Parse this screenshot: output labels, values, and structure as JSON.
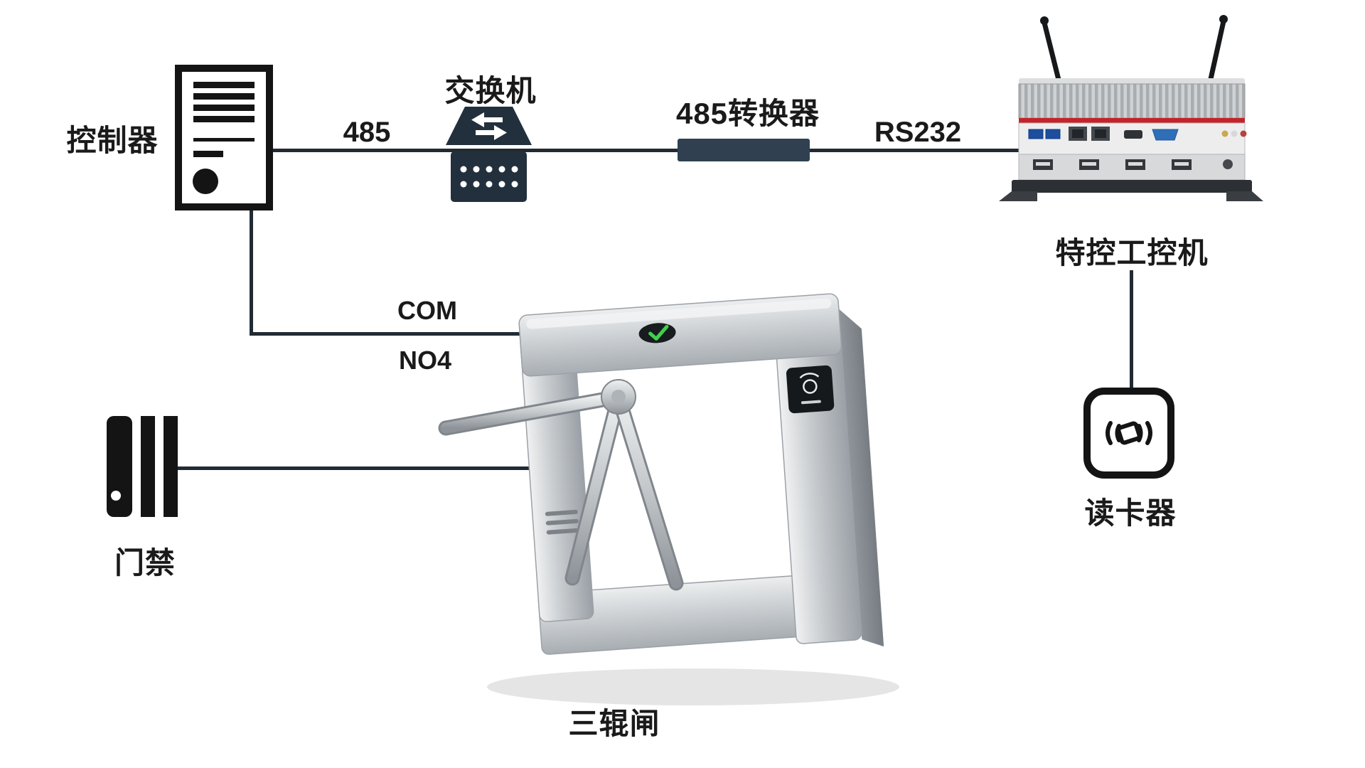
{
  "diagram": {
    "type": "hardware-topology",
    "background": "#ffffff",
    "line_color": "#222b33",
    "nodes": {
      "controller": {
        "label": "控制器"
      },
      "switch": {
        "label": "交换机"
      },
      "converter_485": {
        "label": "485转换器"
      },
      "industrial_pc": {
        "label": "特控工控机"
      },
      "card_reader": {
        "label": "读卡器"
      },
      "access_control": {
        "label": "门禁"
      },
      "turnstile": {
        "label": "三辊闸"
      }
    },
    "edge_labels": {
      "bus_485": "485",
      "rs232": "RS232",
      "com": "COM",
      "no4": "NO4"
    },
    "icon_colors": {
      "switch_fill": "#22303d",
      "converter_fill": "#304050",
      "ipc_red_stripe": "#c4232a",
      "turnstile_indicator_green": "#3ed24b",
      "usb_blue": "#1d4e9e",
      "vga_blue": "#2f6fb8"
    }
  }
}
